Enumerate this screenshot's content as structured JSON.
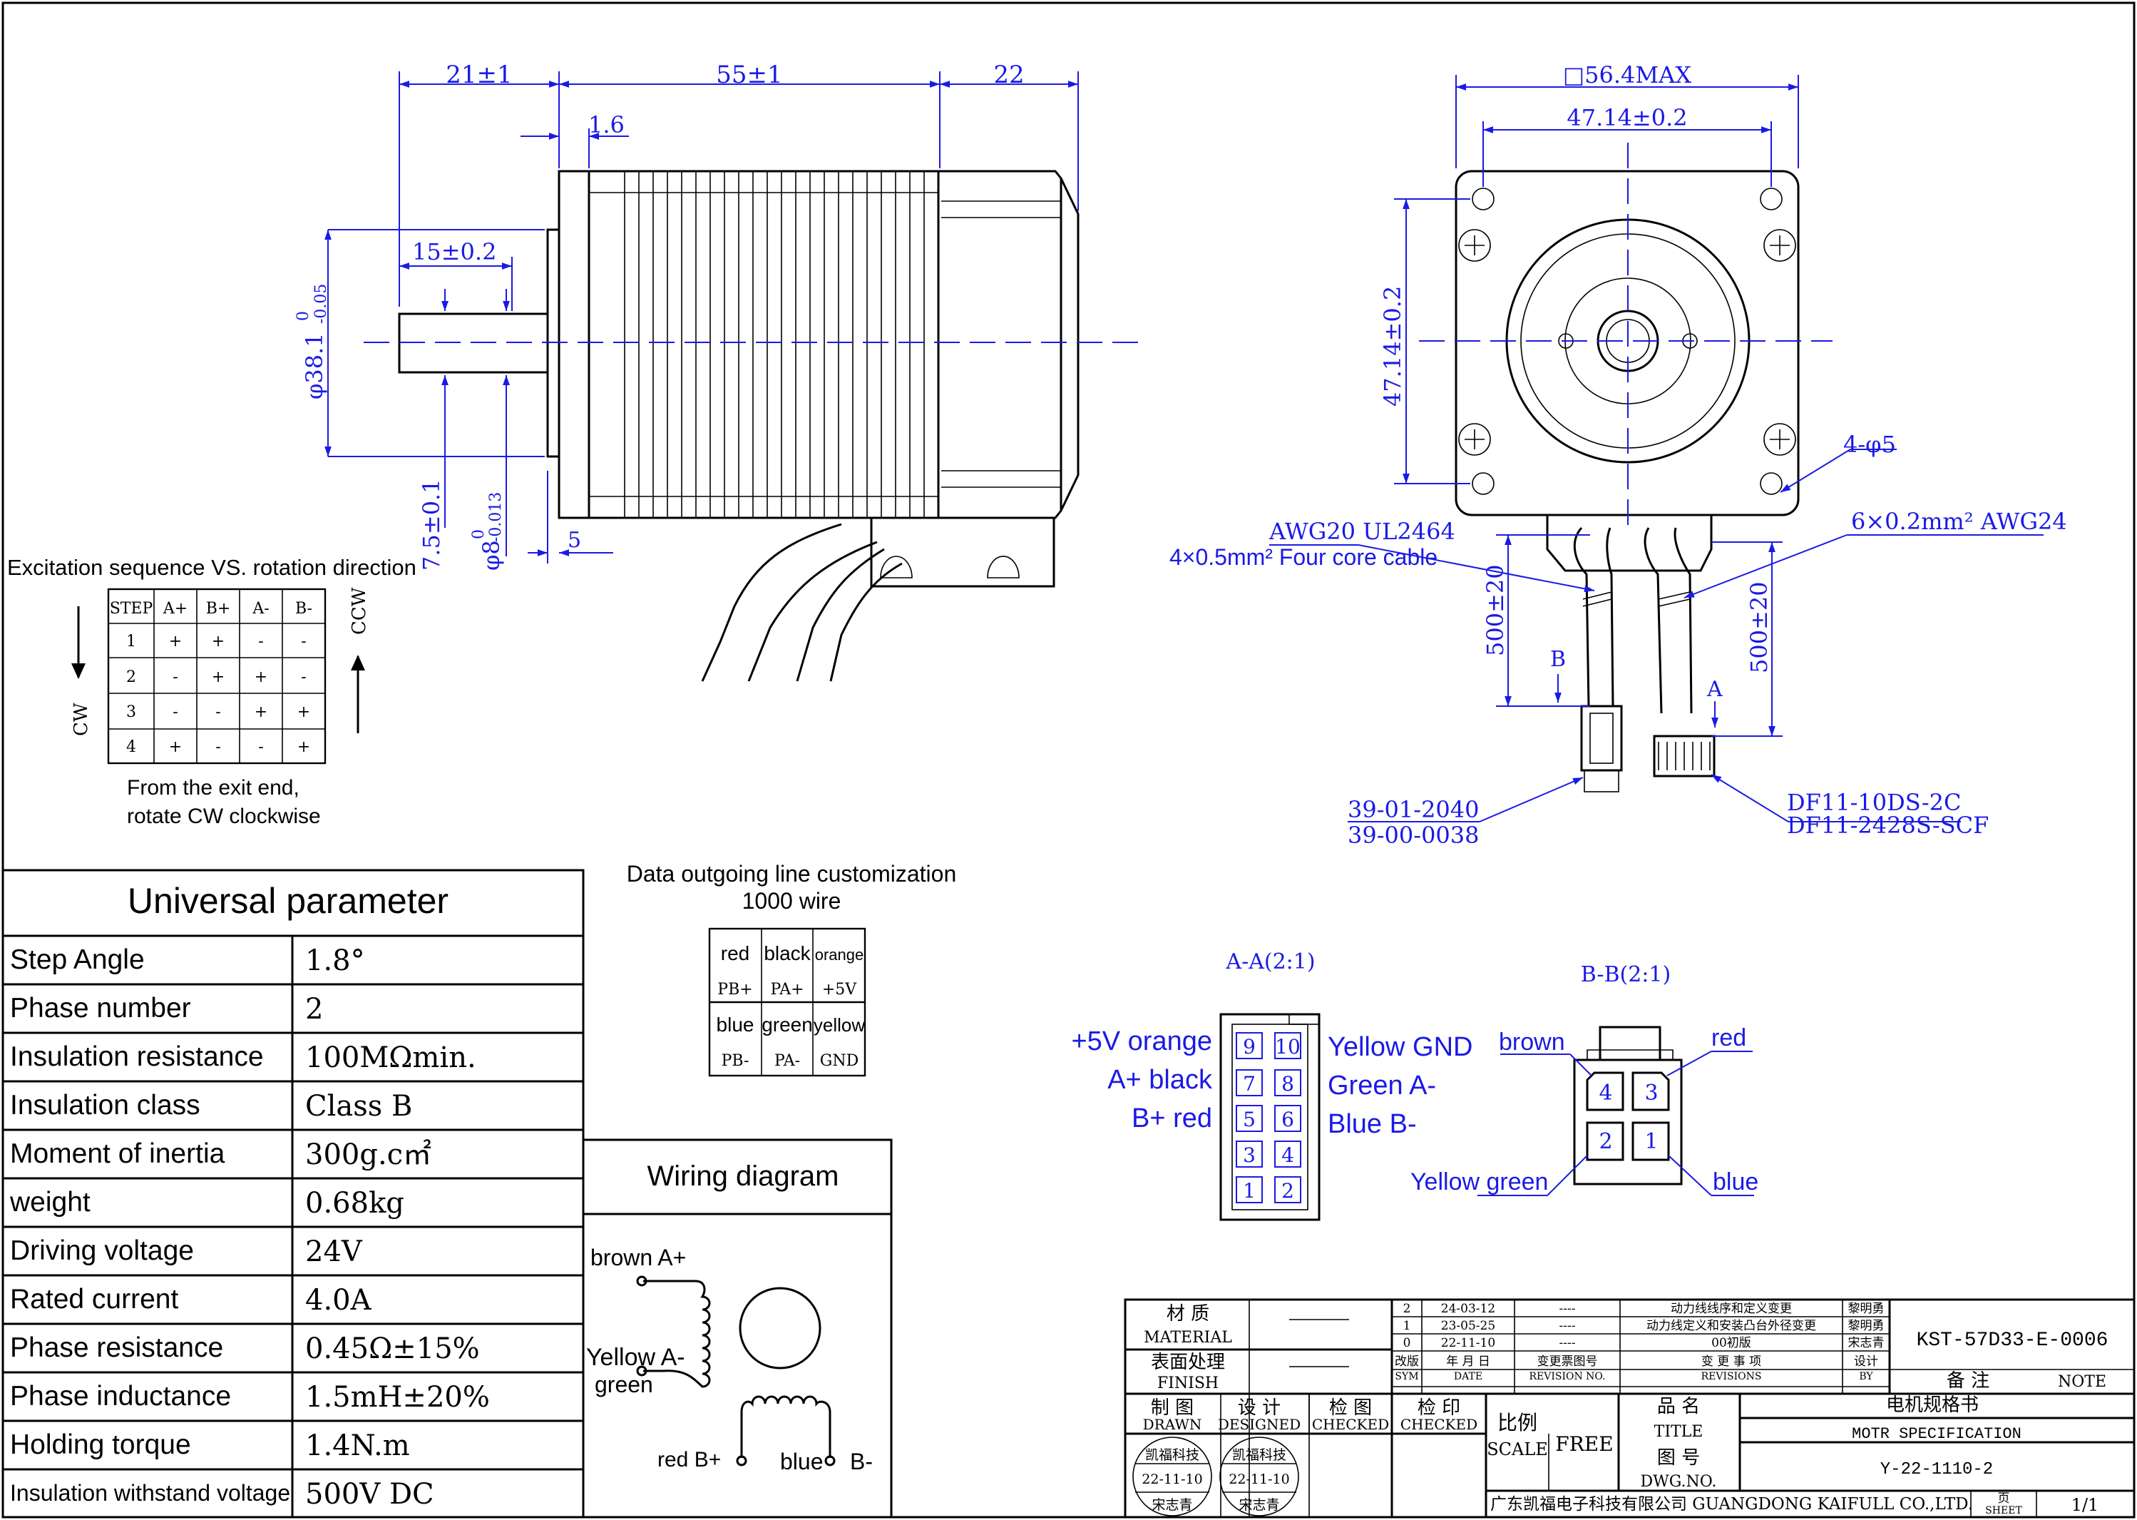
{
  "colors": {
    "dimension": "#1a1ae6",
    "line": "#000000",
    "background": "#ffffff"
  },
  "side_view": {
    "dim_top": [
      "21±1",
      "55±1",
      "22"
    ],
    "dim_flange": "1.6",
    "dim_shaft_len": "15±0.2",
    "dim_boss_dia": "φ38.1",
    "dim_boss_tol_upper": "0",
    "dim_boss_tol_lower": "-0.05",
    "dim_flat": "7.5±0.1",
    "dim_shaft_dia": "φ8",
    "dim_shaft_tol_upper": "0",
    "dim_shaft_tol_lower": "-0.013",
    "dim_boss_len": "5"
  },
  "front_view": {
    "dim_square": "□56.4MAX",
    "dim_hole_h": "47.14±0.2",
    "dim_hole_v": "47.14±0.2",
    "holes": "4-φ5",
    "cable_main_1": "AWG20 UL2464",
    "cable_main_2": "4×0.5mm² Four core cable",
    "cable_signal": "6×0.2mm² AWG24",
    "len_left": "500±20",
    "len_right": "500±20",
    "label_b": "B",
    "label_a": "A",
    "conn_b_1": "39-01-2040",
    "conn_b_2": "39-00-0038",
    "conn_a_1": "DF11-10DS-2C",
    "conn_a_2": "DF11-2428S-SCF"
  },
  "excitation": {
    "title": "Excitation sequence VS. rotation direction",
    "headers": [
      "STEP",
      "A+",
      "B+",
      "A-",
      "B-"
    ],
    "rows": [
      [
        "1",
        "+",
        "+",
        "-",
        "-"
      ],
      [
        "2",
        "-",
        "+",
        "+",
        "-"
      ],
      [
        "3",
        "-",
        "-",
        "+",
        "+"
      ],
      [
        "4",
        "+",
        "-",
        "-",
        "+"
      ]
    ],
    "cw": "CW",
    "ccw": "CCW",
    "note_1": "From the exit end,",
    "note_2": "rotate CW clockwise"
  },
  "outgoing": {
    "title_1": "Data outgoing line customization",
    "title_2": "1000 wire",
    "cells": [
      [
        "red",
        "black",
        "orange"
      ],
      [
        "PB+",
        "PA+",
        "+5V"
      ],
      [
        "blue",
        "green",
        "yellow"
      ],
      [
        "PB-",
        "PA-",
        "GND"
      ]
    ]
  },
  "section_a": {
    "title": "A-A(2:1)",
    "left_1": "+5V orange",
    "left_2": "A+ black",
    "left_3": "B+ red",
    "right_1": "Yellow GND",
    "right_2": "Green A-",
    "right_3": "Blue B-",
    "pins": [
      [
        "9",
        "10"
      ],
      [
        "7",
        "8"
      ],
      [
        "5",
        "6"
      ],
      [
        "3",
        "4"
      ],
      [
        "1",
        "2"
      ]
    ]
  },
  "section_b": {
    "title": "B-B(2:1)",
    "brown": "brown",
    "red": "red",
    "yellow_green": "Yellow green",
    "blue": "blue",
    "pins": [
      [
        "4",
        "3"
      ],
      [
        "2",
        "1"
      ]
    ]
  },
  "params": {
    "title": "Universal parameter",
    "rows": [
      [
        "Step Angle",
        "1.8°"
      ],
      [
        "Phase number",
        "2"
      ],
      [
        "Insulation resistance",
        "100MΩmin."
      ],
      [
        "Insulation class",
        "Class B"
      ],
      [
        "Moment of inertia",
        "300g.c㎡"
      ],
      [
        "weight",
        "0.68kg"
      ],
      [
        "Driving voltage",
        "24V"
      ],
      [
        "Rated current",
        "4.0A"
      ],
      [
        "Phase resistance",
        "0.45Ω±15%"
      ],
      [
        "Phase inductance",
        "1.5mH±20%"
      ],
      [
        "Holding torque",
        "1.4N.m"
      ],
      [
        "Insulation withstand voltage",
        "500V DC"
      ]
    ]
  },
  "wiring": {
    "title": "Wiring diagram",
    "brown": "brown A+",
    "yellow": "Yellow A-",
    "green": "green",
    "red": "red B+",
    "blue": "blue",
    "bminus": "B-"
  },
  "title_block": {
    "material_cn": "材 质",
    "material": "MATERIAL",
    "finish_cn": "表面处理",
    "finish": "FINISH",
    "rev_rows": [
      [
        "2",
        "24-03-12",
        "----",
        "动力线线序和定义变更",
        "黎明勇"
      ],
      [
        "1",
        "23-05-25",
        "----",
        "动力线定义和安装凸台外径变更",
        "黎明勇"
      ],
      [
        "0",
        "22-11-10",
        "----",
        "00初版",
        "宋志青"
      ]
    ],
    "rev_head": [
      "改版",
      "SYM",
      "年 月 日",
      "DATE",
      "变更票图号",
      "REVISION NO.",
      "变 更 事 项",
      "REVISIONS",
      "设计",
      "BY"
    ],
    "doc_no": "KST-57D33-E-0006",
    "note_cn": "备 注",
    "note": "NOTE",
    "roles": [
      [
        "制 图",
        "DRAWN"
      ],
      [
        "设 计",
        "DESIGNED"
      ],
      [
        "检 图",
        "CHECKED"
      ],
      [
        "检 印",
        "CHECKED"
      ]
    ],
    "stamp_company": "凯福科技",
    "stamp_date": "22-11-10",
    "stamp_name": "宋志青",
    "scale_cn": "比例",
    "scale": "SCALE",
    "scale_val": "FREE",
    "title_cn": "品 名",
    "title": "TITLE",
    "spec_cn": "电机规格书",
    "spec": "MOTR SPECIFICATION",
    "dwg_cn": "图 号",
    "dwg": "DWG.NO.",
    "dwg_val": "Y-22-1110-2",
    "company": "广东凯福电子科技有限公司 GUANGDONG KAIFULL CO.,LTD.",
    "sheet_cn": "页",
    "sheet": "SHEET",
    "sheet_val": "1/1"
  }
}
